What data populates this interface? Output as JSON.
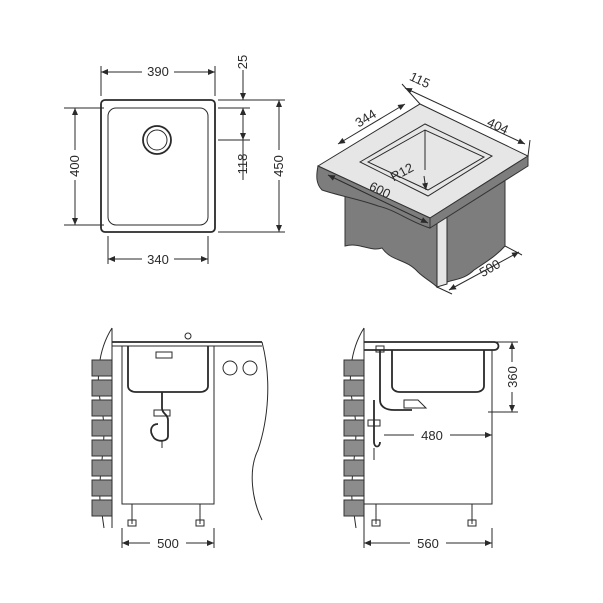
{
  "top_view": {
    "width_outer": "390",
    "width_bowl": "340",
    "height_bowl": "400",
    "height_outer": "450",
    "rim_offset": "25",
    "drain_offset": "118"
  },
  "iso_view": {
    "d115": "115",
    "d404": "404",
    "d344": "344",
    "d600": "600",
    "radius": "R12",
    "d500": "500"
  },
  "front_view": {
    "cabinet_width": "500"
  },
  "side_view": {
    "depth": "480",
    "bowl_depth": "360",
    "cabinet_depth": "560"
  }
}
